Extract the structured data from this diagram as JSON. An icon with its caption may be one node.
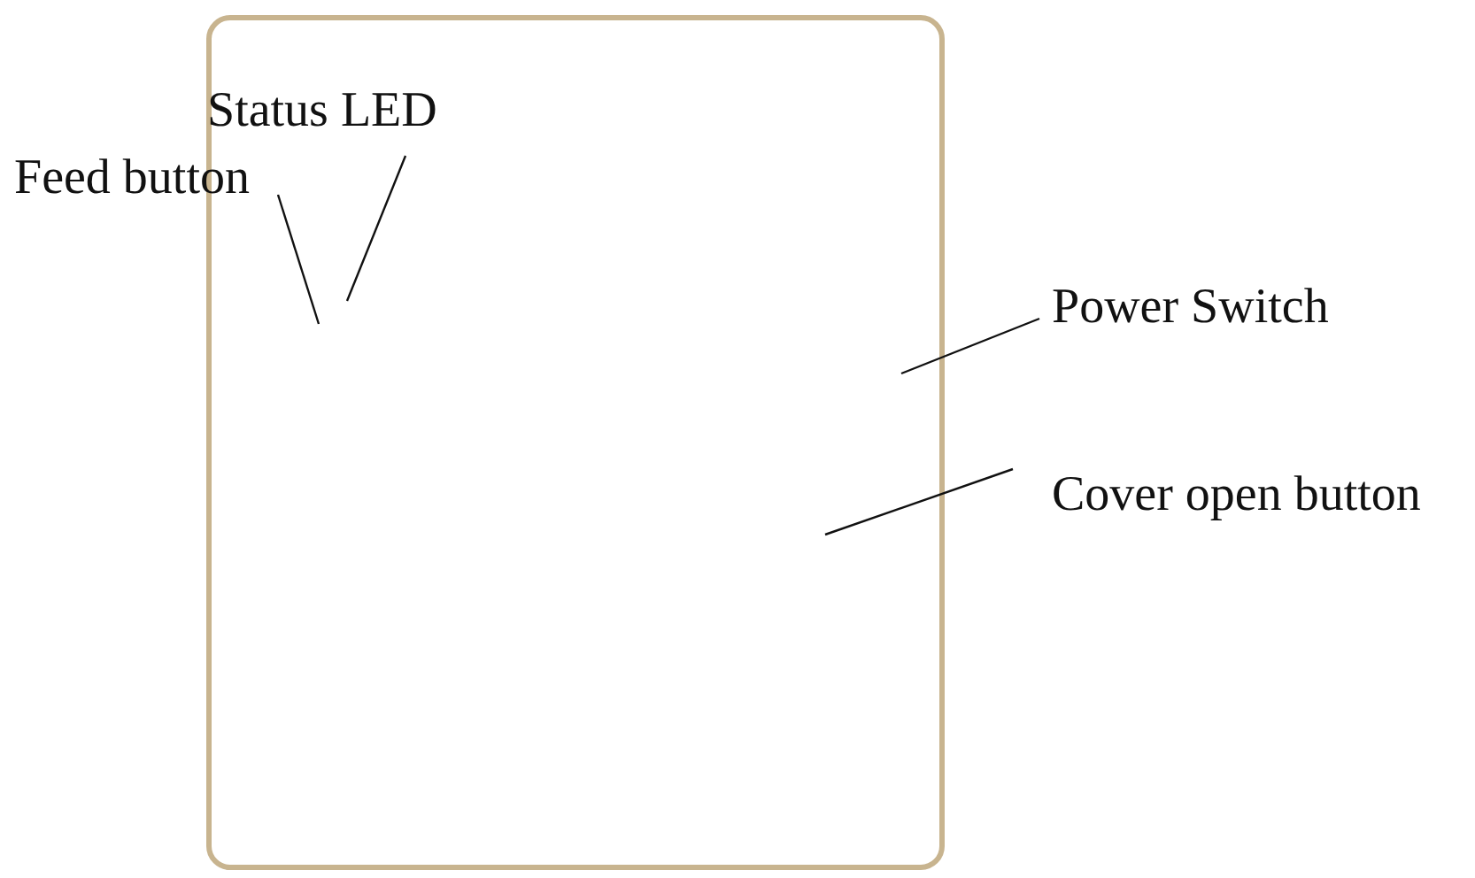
{
  "diagram": {
    "nodes": [
      {
        "text": [
          "Status LED"
        ]
      },
      {
        "text": [
          "Feed button"
        ]
      },
      {
        "text": [
          "Power Switch"
        ]
      },
      {
        "text": [
          "Cover open button"
        ]
      }
    ],
    "edges": [
      {
        "from": 0,
        "to": null,
        "arrow": "none"
      },
      {
        "from": 1,
        "to": null,
        "arrow": "none"
      },
      {
        "from": 2,
        "to": null,
        "arrow": "none"
      },
      {
        "from": 3,
        "to": null,
        "arrow": "none"
      }
    ]
  }
}
